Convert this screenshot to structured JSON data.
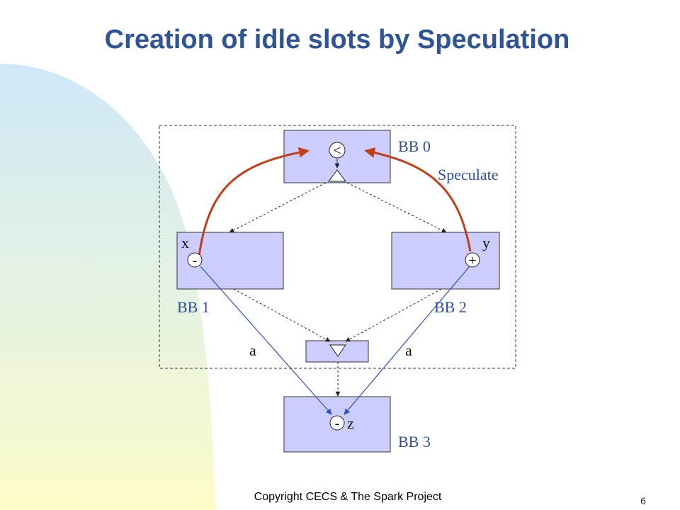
{
  "slide": {
    "title": "Creation of idle slots by Speculation",
    "footer": "Copyright CECS & The Spark Project",
    "page_number": "6"
  },
  "diagram": {
    "blocks": {
      "bb0": "BB 0",
      "bb1": "BB 1",
      "bb2": "BB 2",
      "bb3": "BB 3"
    },
    "operations": {
      "compare": "<",
      "minus": "-",
      "plus": "+",
      "minus_z": "-"
    },
    "variables": {
      "x": "x",
      "y": "y",
      "z": "z",
      "a_left": "a",
      "a_right": "a"
    },
    "annotation": "Speculate",
    "colors": {
      "title": "#2f5597",
      "block_fill": "#ccccff",
      "speculate_arrow": "#c0401a",
      "data_edge": "#2a52be",
      "label": "#2e4d9a"
    }
  }
}
